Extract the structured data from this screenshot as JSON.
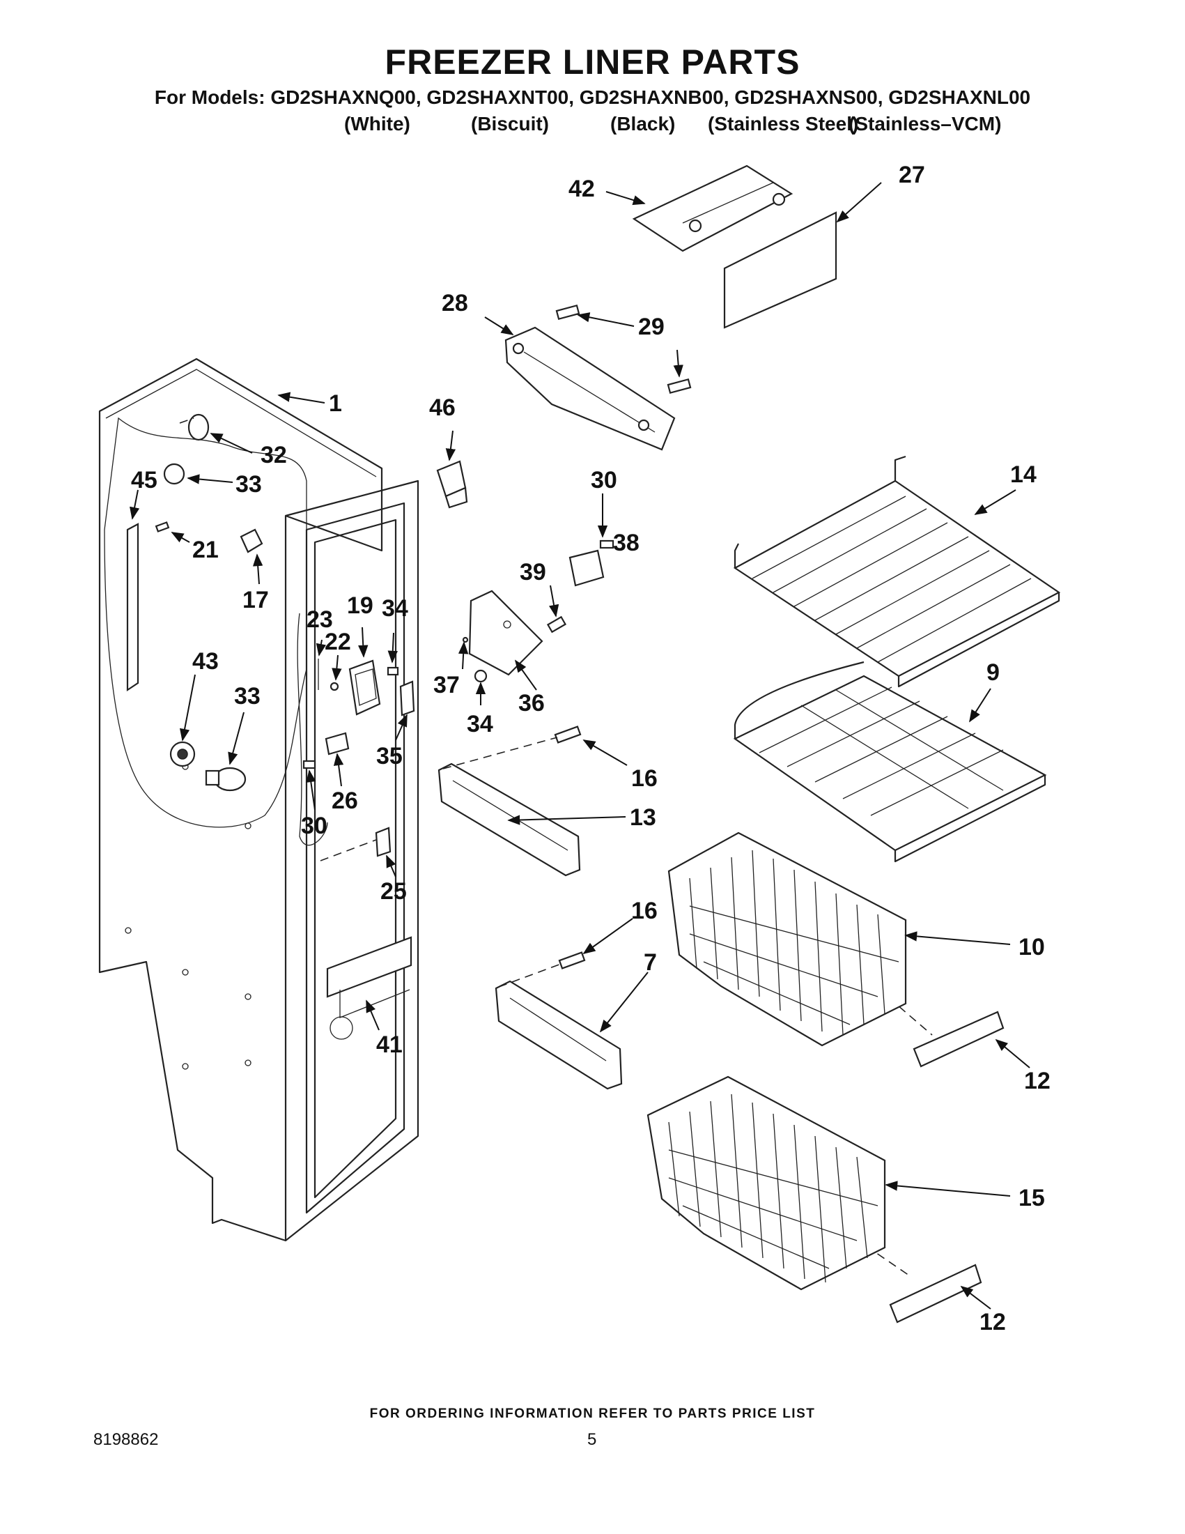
{
  "header": {
    "title": "FREEZER LINER PARTS",
    "models": "For Models: GD2SHAXNQ00, GD2SHAXNT00, GD2SHAXNB00, GD2SHAXNS00, GD2SHAXNL00",
    "colors": [
      "(White)",
      "(Biscuit)",
      "(Black)",
      "(Stainless Steel)",
      "(Stainless–VCM)"
    ]
  },
  "callouts": {
    "c1": "1",
    "c7": "7",
    "c9": "9",
    "c10": "10",
    "c12a": "12",
    "c12b": "12",
    "c13": "13",
    "c14": "14",
    "c15": "15",
    "c16a": "16",
    "c16b": "16",
    "c17": "17",
    "c19": "19",
    "c21": "21",
    "c22": "22",
    "c23": "23",
    "c25": "25",
    "c26": "26",
    "c27": "27",
    "c28": "28",
    "c29": "29",
    "c30a": "30",
    "c30b": "30",
    "c32": "32",
    "c33a": "33",
    "c33b": "33",
    "c34a": "34",
    "c34b": "34",
    "c35": "35",
    "c36": "36",
    "c37": "37",
    "c38": "38",
    "c39": "39",
    "c41": "41",
    "c42": "42",
    "c43": "43",
    "c45": "45",
    "c46": "46"
  },
  "footer": {
    "ordering_note": "FOR ORDERING INFORMATION REFER TO PARTS PRICE LIST",
    "document_number": "8198862",
    "page_number": "5"
  }
}
